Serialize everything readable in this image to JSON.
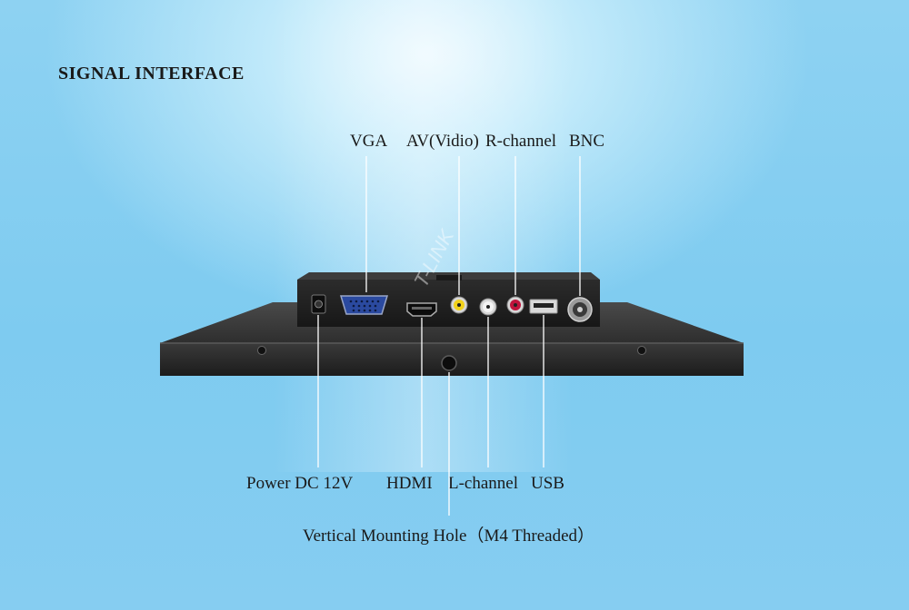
{
  "title": "SIGNAL INTERFACE",
  "labels": {
    "vga": "VGA",
    "av": "AV(Vidio)",
    "r_channel": "R-channel",
    "bnc": "BNC",
    "power": "Power DC 12V",
    "hdmi": "HDMI",
    "l_channel": "L-channel",
    "usb": "USB",
    "mounting": "Vertical Mounting Hole（M4 Threaded）"
  },
  "watermark": "T-LINK",
  "colors": {
    "background": "#7ecbf0",
    "device_body": "#2b2b2b",
    "av_port": "#f2d21a",
    "r_port": "#c0143c",
    "l_port": "#f4f4f4"
  }
}
